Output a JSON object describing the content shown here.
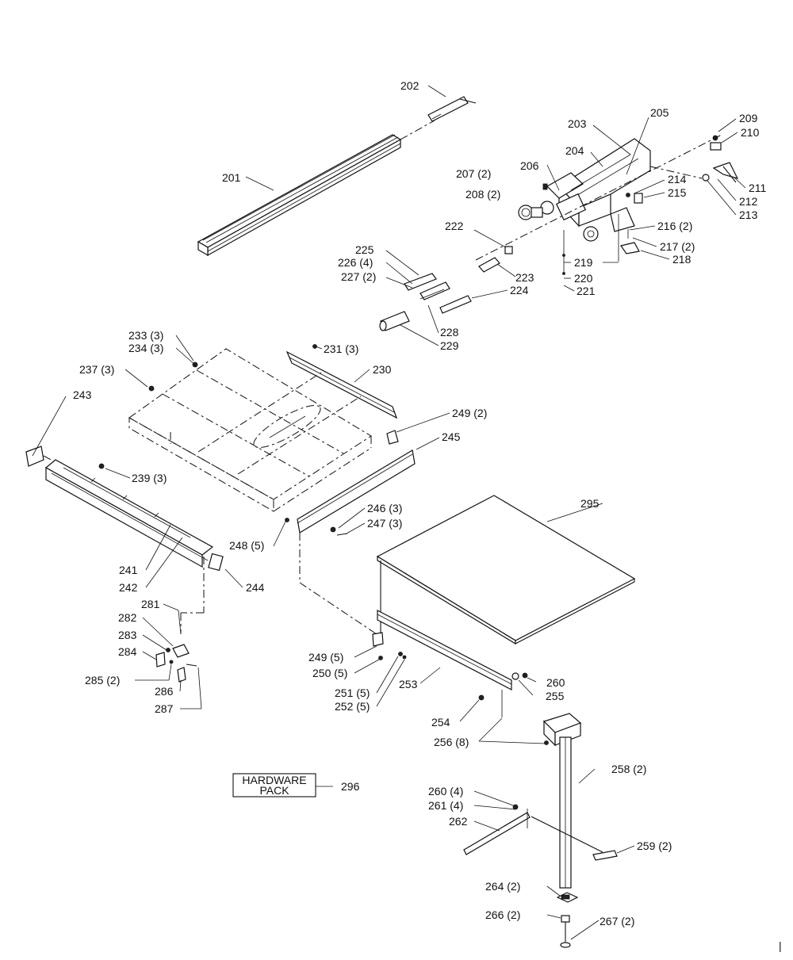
{
  "labels": {
    "p201": "201",
    "p202": "202",
    "p203": "203",
    "p204": "204",
    "p205": "205",
    "p206": "206",
    "p207": "207 (2)",
    "p208": "208 (2)",
    "p209": "209",
    "p210": "210",
    "p211": "211",
    "p212": "212",
    "p213": "213",
    "p214": "214",
    "p215": "215",
    "p216": "216 (2)",
    "p217": "217 (2)",
    "p218": "218",
    "p219": "219",
    "p220": "220",
    "p221": "221",
    "p222": "222",
    "p223": "223",
    "p224": "224",
    "p225": "225",
    "p226": "226 (4)",
    "p227": "227 (2)",
    "p228": "228",
    "p229": "229",
    "p230": "230",
    "p231": "231 (3)",
    "p233": "233 (3)",
    "p234": "234 (3)",
    "p237": "237 (3)",
    "p239": "239 (3)",
    "p241": "241",
    "p242": "242",
    "p243": "243",
    "p244": "244",
    "p245": "245",
    "p246": "246 (3)",
    "p247": "247 (3)",
    "p248": "248 (5)",
    "p249a": "249 (2)",
    "p249b": "249 (5)",
    "p250": "250 (5)",
    "p251": "251 (5)",
    "p252": "252 (5)",
    "p253": "253",
    "p254": "254",
    "p255": "255",
    "p256": "256 (8)",
    "p258": "258 (2)",
    "p259": "259 (2)",
    "p260a": "260",
    "p260b": "260 (4)",
    "p261": "261 (4)",
    "p262": "262",
    "p264": "264 (2)",
    "p266": "266 (2)",
    "p267": "267 (2)",
    "p281": "281",
    "p282": "282",
    "p283": "283",
    "p284": "284",
    "p285": "285 (2)",
    "p286": "286",
    "p287": "287",
    "p295": "295",
    "p296": "296"
  },
  "hardware_box": {
    "line1": "HARDWARE",
    "line2": "PACK"
  },
  "page_mark": "|"
}
